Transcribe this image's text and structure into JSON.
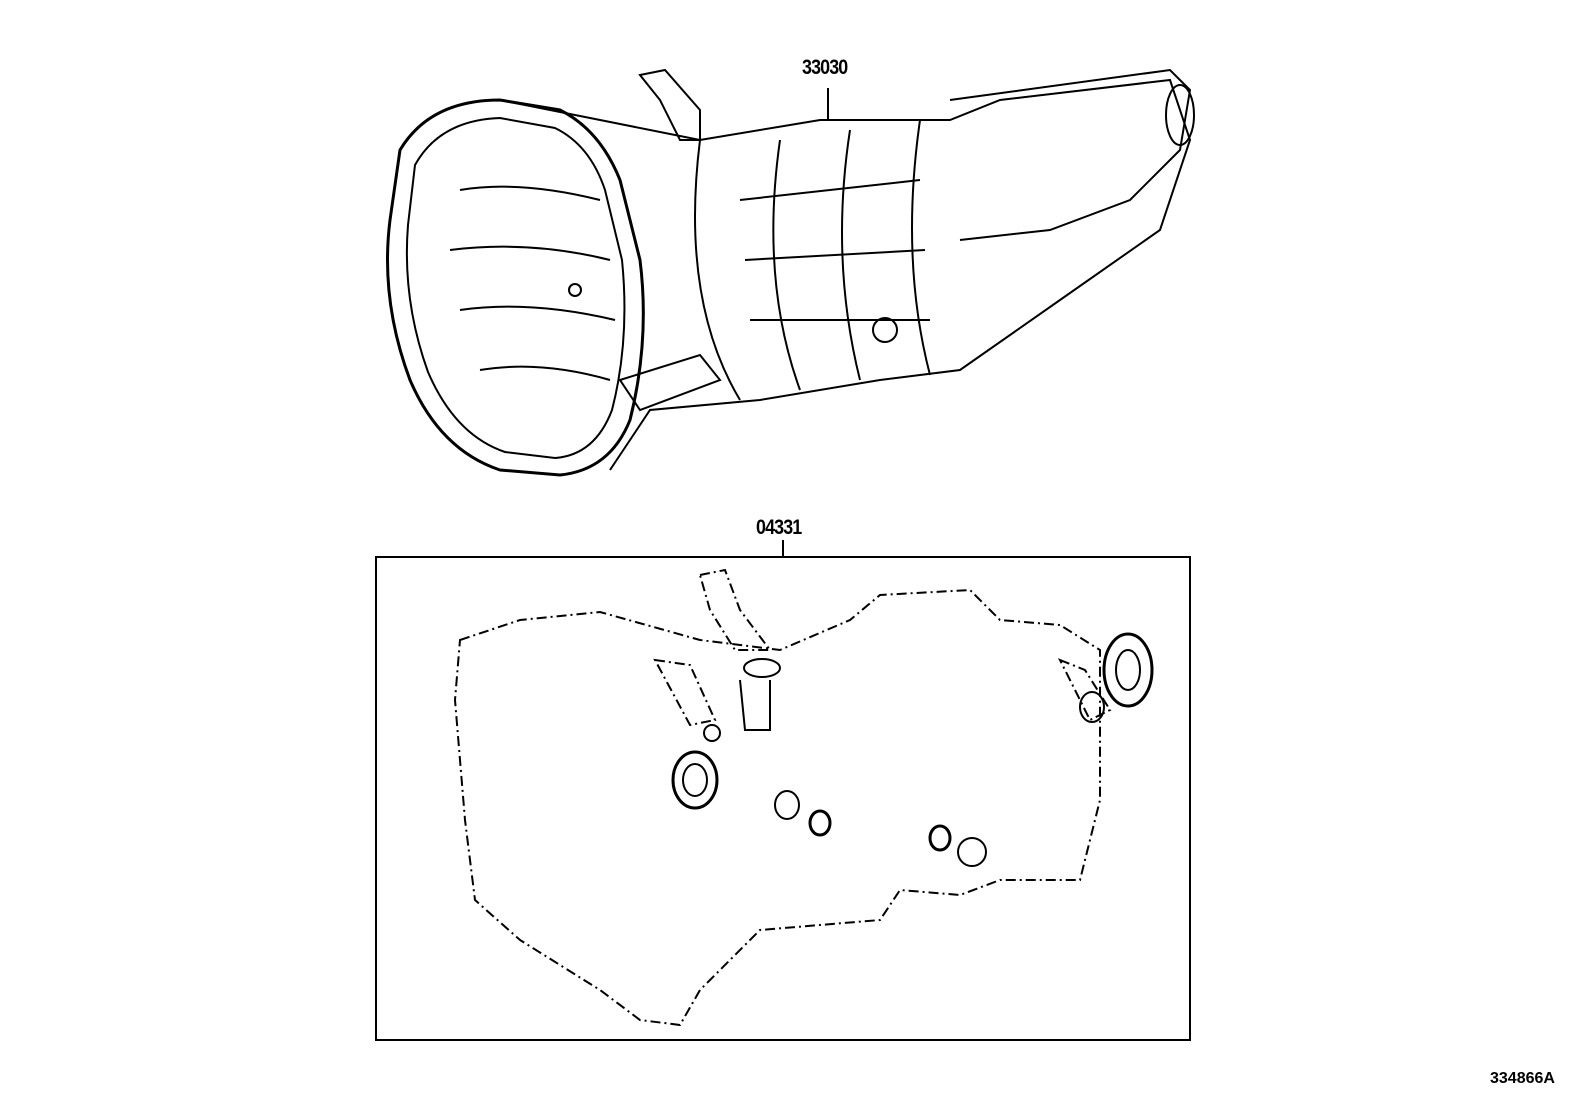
{
  "diagram": {
    "parts": [
      {
        "number": "33030",
        "description_shown": false
      },
      {
        "number": "04331",
        "description_shown": false
      }
    ],
    "illustration_id": "334866A"
  }
}
